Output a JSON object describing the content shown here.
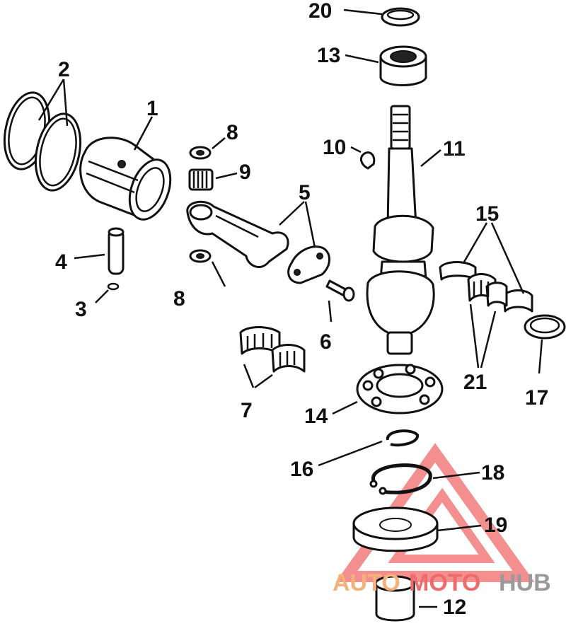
{
  "diagram": {
    "callouts": [
      {
        "id": "1",
        "text": "1"
      },
      {
        "id": "2",
        "text": "2"
      },
      {
        "id": "3",
        "text": "3"
      },
      {
        "id": "4",
        "text": "4"
      },
      {
        "id": "5",
        "text": "5"
      },
      {
        "id": "6",
        "text": "6"
      },
      {
        "id": "7",
        "text": "7"
      },
      {
        "id": "8a",
        "text": "8"
      },
      {
        "id": "8b",
        "text": "8"
      },
      {
        "id": "9",
        "text": "9"
      },
      {
        "id": "10",
        "text": "10"
      },
      {
        "id": "11",
        "text": "11"
      },
      {
        "id": "12",
        "text": "12"
      },
      {
        "id": "13",
        "text": "13"
      },
      {
        "id": "14",
        "text": "14"
      },
      {
        "id": "15",
        "text": "15"
      },
      {
        "id": "16",
        "text": "16"
      },
      {
        "id": "17",
        "text": "17"
      },
      {
        "id": "18",
        "text": "18"
      },
      {
        "id": "19",
        "text": "19"
      },
      {
        "id": "20",
        "text": "20"
      },
      {
        "id": "21",
        "text": "21"
      }
    ]
  },
  "watermark": {
    "part_auto": "AUTO",
    "part_moto": "MOTO",
    "part_hub": "HUB",
    "colors": {
      "triangle": "#ef6a6a",
      "auto": "#f2b27a",
      "hub": "#9a9a9a"
    }
  }
}
